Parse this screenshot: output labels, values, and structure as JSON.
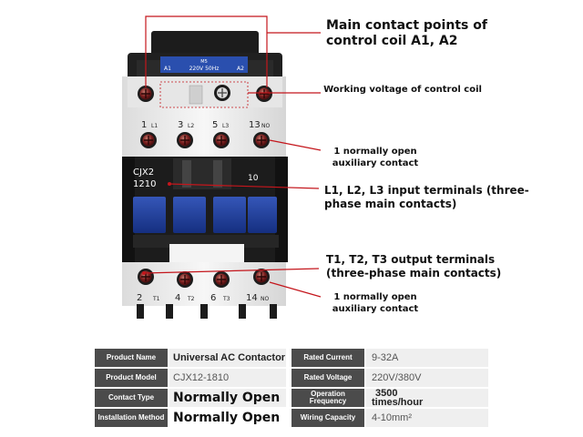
{
  "device": {
    "coil_plate_top": "M5",
    "coil_a1": "A1",
    "coil_voltage": "220V 50Hz",
    "coil_a2": "A2",
    "terminals_top": [
      {
        "num": "1",
        "name": "L1"
      },
      {
        "num": "3",
        "name": "L2"
      },
      {
        "num": "5",
        "name": "L3"
      },
      {
        "num": "13",
        "name": "NO"
      }
    ],
    "terminals_bottom": [
      {
        "num": "2",
        "name": "T1"
      },
      {
        "num": "4",
        "name": "T2"
      },
      {
        "num": "6",
        "name": "T3"
      },
      {
        "num": "14",
        "name": "NO"
      }
    ],
    "model_line1": "CJX2",
    "model_line2": "1210",
    "aux_code": "10"
  },
  "callouts": {
    "main_coil": "Main contact points of control coil A1, A2",
    "working_voltage": "Working voltage of control coil",
    "aux_top": "1 normally open auxiliary contact",
    "input_terminals": "L1, L2, L3 input terminals (three-phase main contacts)",
    "output_terminals": "T1, T2, T3 output terminals (three-phase main contacts)",
    "aux_bottom": "1 normally open auxiliary contact"
  },
  "specs": {
    "product_name_label": "Product Name",
    "product_name_value": "Universal AC Contactor",
    "rated_current_label": "Rated Current",
    "rated_current_value": "9-32A",
    "product_model_label": "Product Model",
    "product_model_value": "CJX12-1810",
    "rated_voltage_label": "Rated Voltage",
    "rated_voltage_value": "220V/380V",
    "contact_type_label": "Contact Type",
    "contact_type_value": "Normally Open",
    "operation_frequency_label": "Operation Frequency",
    "operation_frequency_value_1": "3500",
    "operation_frequency_value_2": "times/hour",
    "installation_method_label": "Installation Method",
    "installation_method_value": "Normally Open",
    "wiring_capacity_label": "Wiring Capacity",
    "wiring_capacity_value": "4-10mm²"
  },
  "colors": {
    "body_white": "#f2f2f2",
    "body_black": "#1c1c1c",
    "window_blue": "#1f3f99",
    "coil_plate_blue": "#2a4fae",
    "screw_red": "#7a1e1e",
    "leader_red": "#c4161c",
    "label_bg": "#4b4b4b",
    "value_bg": "#efefef"
  }
}
